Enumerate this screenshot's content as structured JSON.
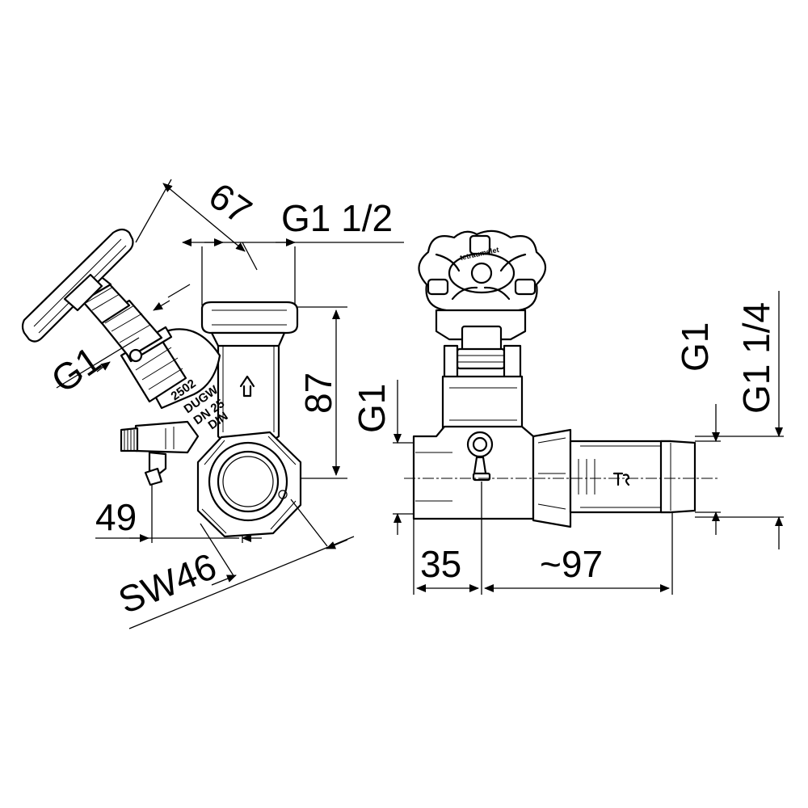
{
  "dimensions": {
    "handwheel_height": "67",
    "outlet_thread": "G1 1/2",
    "branch_thread": "G1",
    "body_height": "87",
    "drain_offset": "49",
    "wrench_size": "SW46",
    "side_thread_left": "G1",
    "side_thread_right": "G1",
    "side_thread_outer": "G1 1/4",
    "body_length": "35",
    "tail_length": "~97"
  },
  "body_markings": {
    "line1": "2502",
    "line2": "DUGW",
    "line3": "DN 25",
    "line4": "DIN",
    "wheel_text": "tetraumdlet"
  },
  "icons": {
    "flow_arrow": "up-arrow-icon",
    "logo": "ts-logo-icon"
  }
}
